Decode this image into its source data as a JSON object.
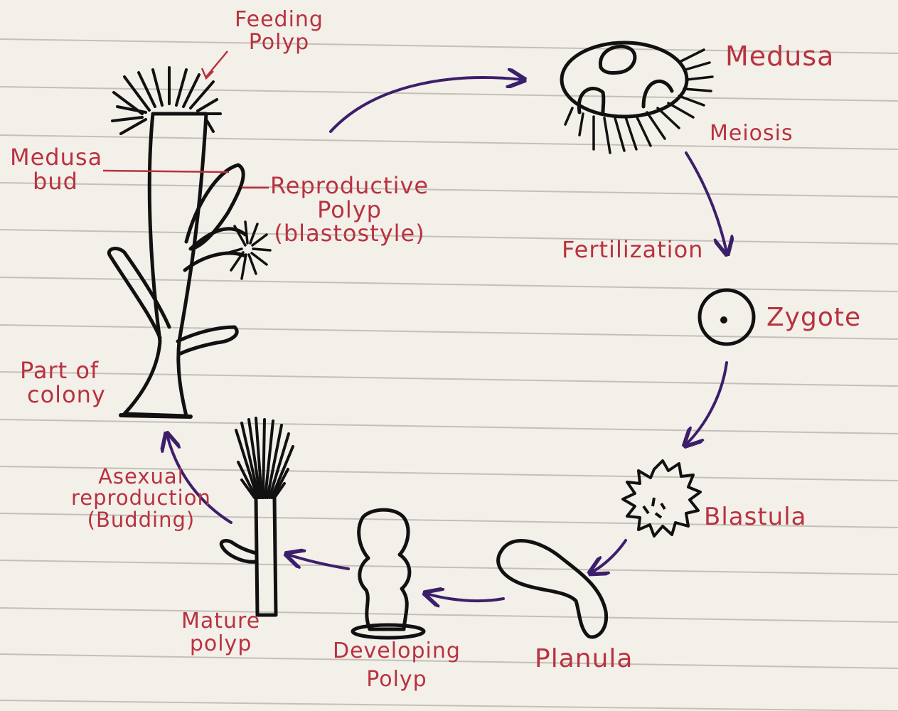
{
  "labels": {
    "feeding_polyp": [
      "Feeding",
      "Polyp"
    ],
    "medusa_bud": [
      "Medusa",
      "bud"
    ],
    "reproductive_polyp": [
      "Reproductive",
      "Polyp",
      "(blastostyle)"
    ],
    "part_of_colony": [
      "Part of",
      "colony"
    ],
    "medusa": "Medusa",
    "meiosis": "Meiosis",
    "fertilization": "Fertilization",
    "zygote": "Zygote",
    "blastula": "Blastula",
    "planula": "Planula",
    "developing_polyp": [
      "Developing",
      "Polyp"
    ],
    "mature_polyp": [
      "Mature",
      "polyp"
    ],
    "asexual_reproduction": [
      "Asexual",
      "reproduction",
      "(Budding)"
    ]
  },
  "colors": {
    "paper": "#f3efe9",
    "rule_line": "#b9b4ae",
    "ink": "#111111",
    "label": "#b8323f",
    "arrow": "#3c1f6b"
  }
}
